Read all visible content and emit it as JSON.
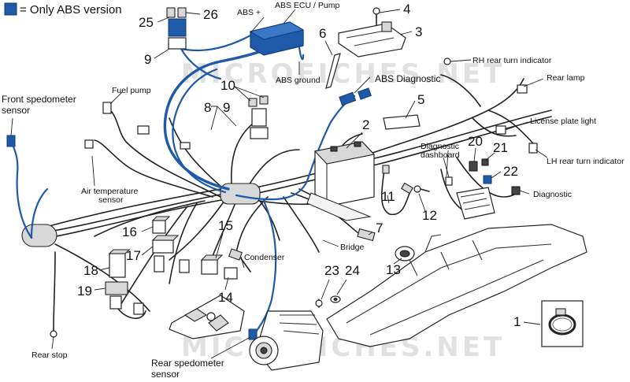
{
  "legend": {
    "swatch_color": "#1e5aa8",
    "text": "= Only ABS version"
  },
  "wire_colors": {
    "abs": "#1e5aa8",
    "standard": "#222222"
  },
  "watermark": "MICROFICHES.NET",
  "part_numbers": [
    "1",
    "2",
    "3",
    "4",
    "5",
    "6",
    "7",
    "8",
    "9",
    "9",
    "10",
    "11",
    "12",
    "13",
    "14",
    "15",
    "16",
    "17",
    "18",
    "19",
    "20",
    "21",
    "22",
    "23",
    "24",
    "25",
    "26"
  ],
  "labels": {
    "abs_plus": "ABS +",
    "abs_ecu_pump": "ABS ECU / Pump",
    "abs_ground": "ABS ground",
    "abs_diagnostic": "ABS Diagnostic",
    "rh_rear_turn_indicator": "RH rear turn indicator",
    "rear_lamp": "Rear lamp",
    "license_plate_light": "License plate light",
    "lh_rear_turn_indicator": "LH rear turn indicator",
    "diagnostic_dashboard_1": "Diagnostic",
    "diagnostic_dashboard_2": "dashboard",
    "diagnostic": "Diagnostic",
    "front_speedometer_1": "Front spedometer",
    "front_speedometer_2": "sensor",
    "fuel_pump": "Fuel pump",
    "air_temperature_1": "Air temperature",
    "air_temperature_2": "sensor",
    "condenser": "Condenser",
    "bridge": "Bridge",
    "rear_stop": "Rear stop",
    "rear_speedometer_1": "Rear spedometer",
    "rear_speedometer_2": "sensor"
  }
}
